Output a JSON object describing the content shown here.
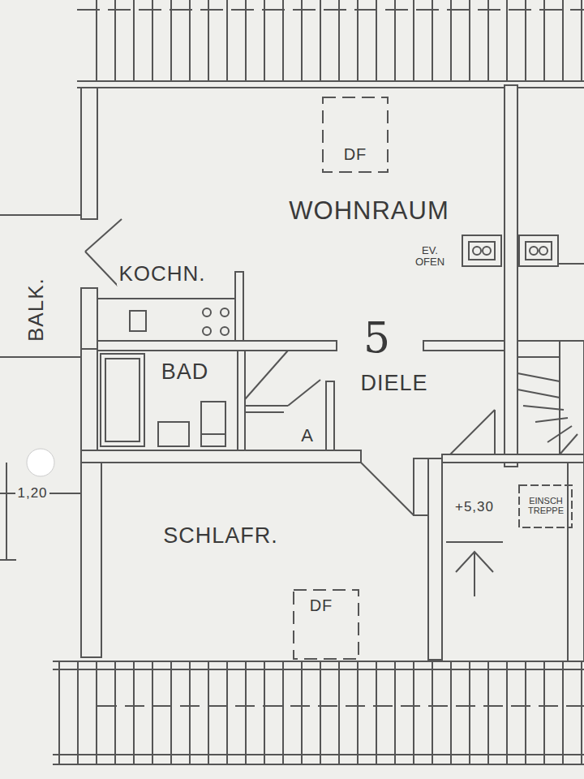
{
  "diagram": {
    "labels": [
      "DF",
      "WOHNRAUM",
      "EV. OFEN",
      "BALK.",
      "KOCHN.",
      "5",
      "BAD",
      "DIELE",
      "A",
      "1,20",
      "SCHLAFR.",
      "DF",
      "+5,30",
      "EINSCH TREPPE"
    ]
  }
}
